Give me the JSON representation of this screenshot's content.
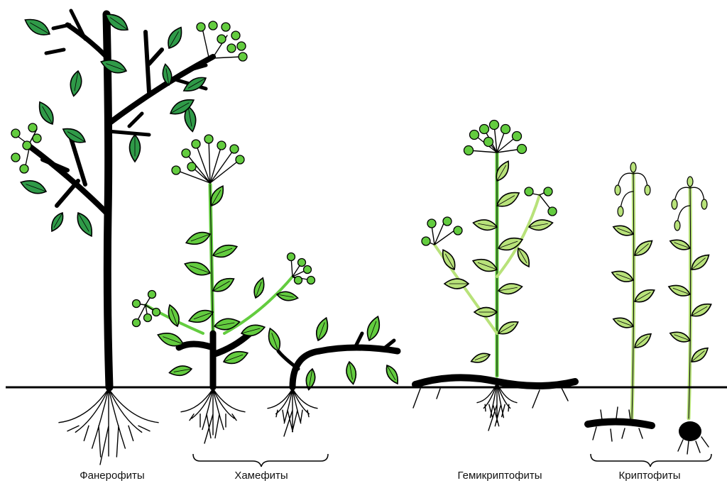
{
  "labels": {
    "phanerophytes": "Фанерофиты",
    "chamaephytes": "Хамефиты",
    "hemicryptophytes": "Гемикриптофиты",
    "cryptophytes": "Криптофиты"
  },
  "colors": {
    "dark_leaf": "#2f9a48",
    "bright_leaf": "#63cc3f",
    "pale_leaf": "#b8e27a",
    "outline": "#000000",
    "background": "#ffffff"
  }
}
